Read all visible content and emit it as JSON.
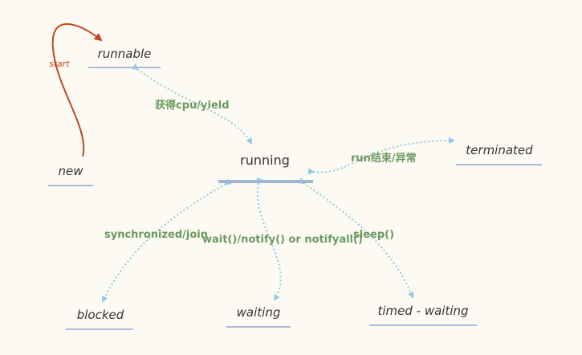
{
  "states": {
    "runnable": "runnable",
    "running": "running",
    "new": "new",
    "terminated": "terminated",
    "blocked": "blocked",
    "waiting": "waiting",
    "timed_waiting": "timed - waiting"
  },
  "transitions": {
    "start": "start",
    "get_cpu": "获得cpu/yield",
    "run_end": "run结束/异常",
    "sync": "synchronized/join",
    "wait": "wait()/notify() or notifyall()",
    "sleep": "sleep()"
  },
  "colors": {
    "background": "#fdfaf4",
    "arrow": "#8ecae6",
    "start_arrow": "#c4461a",
    "label": "#6b9a5f",
    "underline": "#a7bdd6"
  }
}
